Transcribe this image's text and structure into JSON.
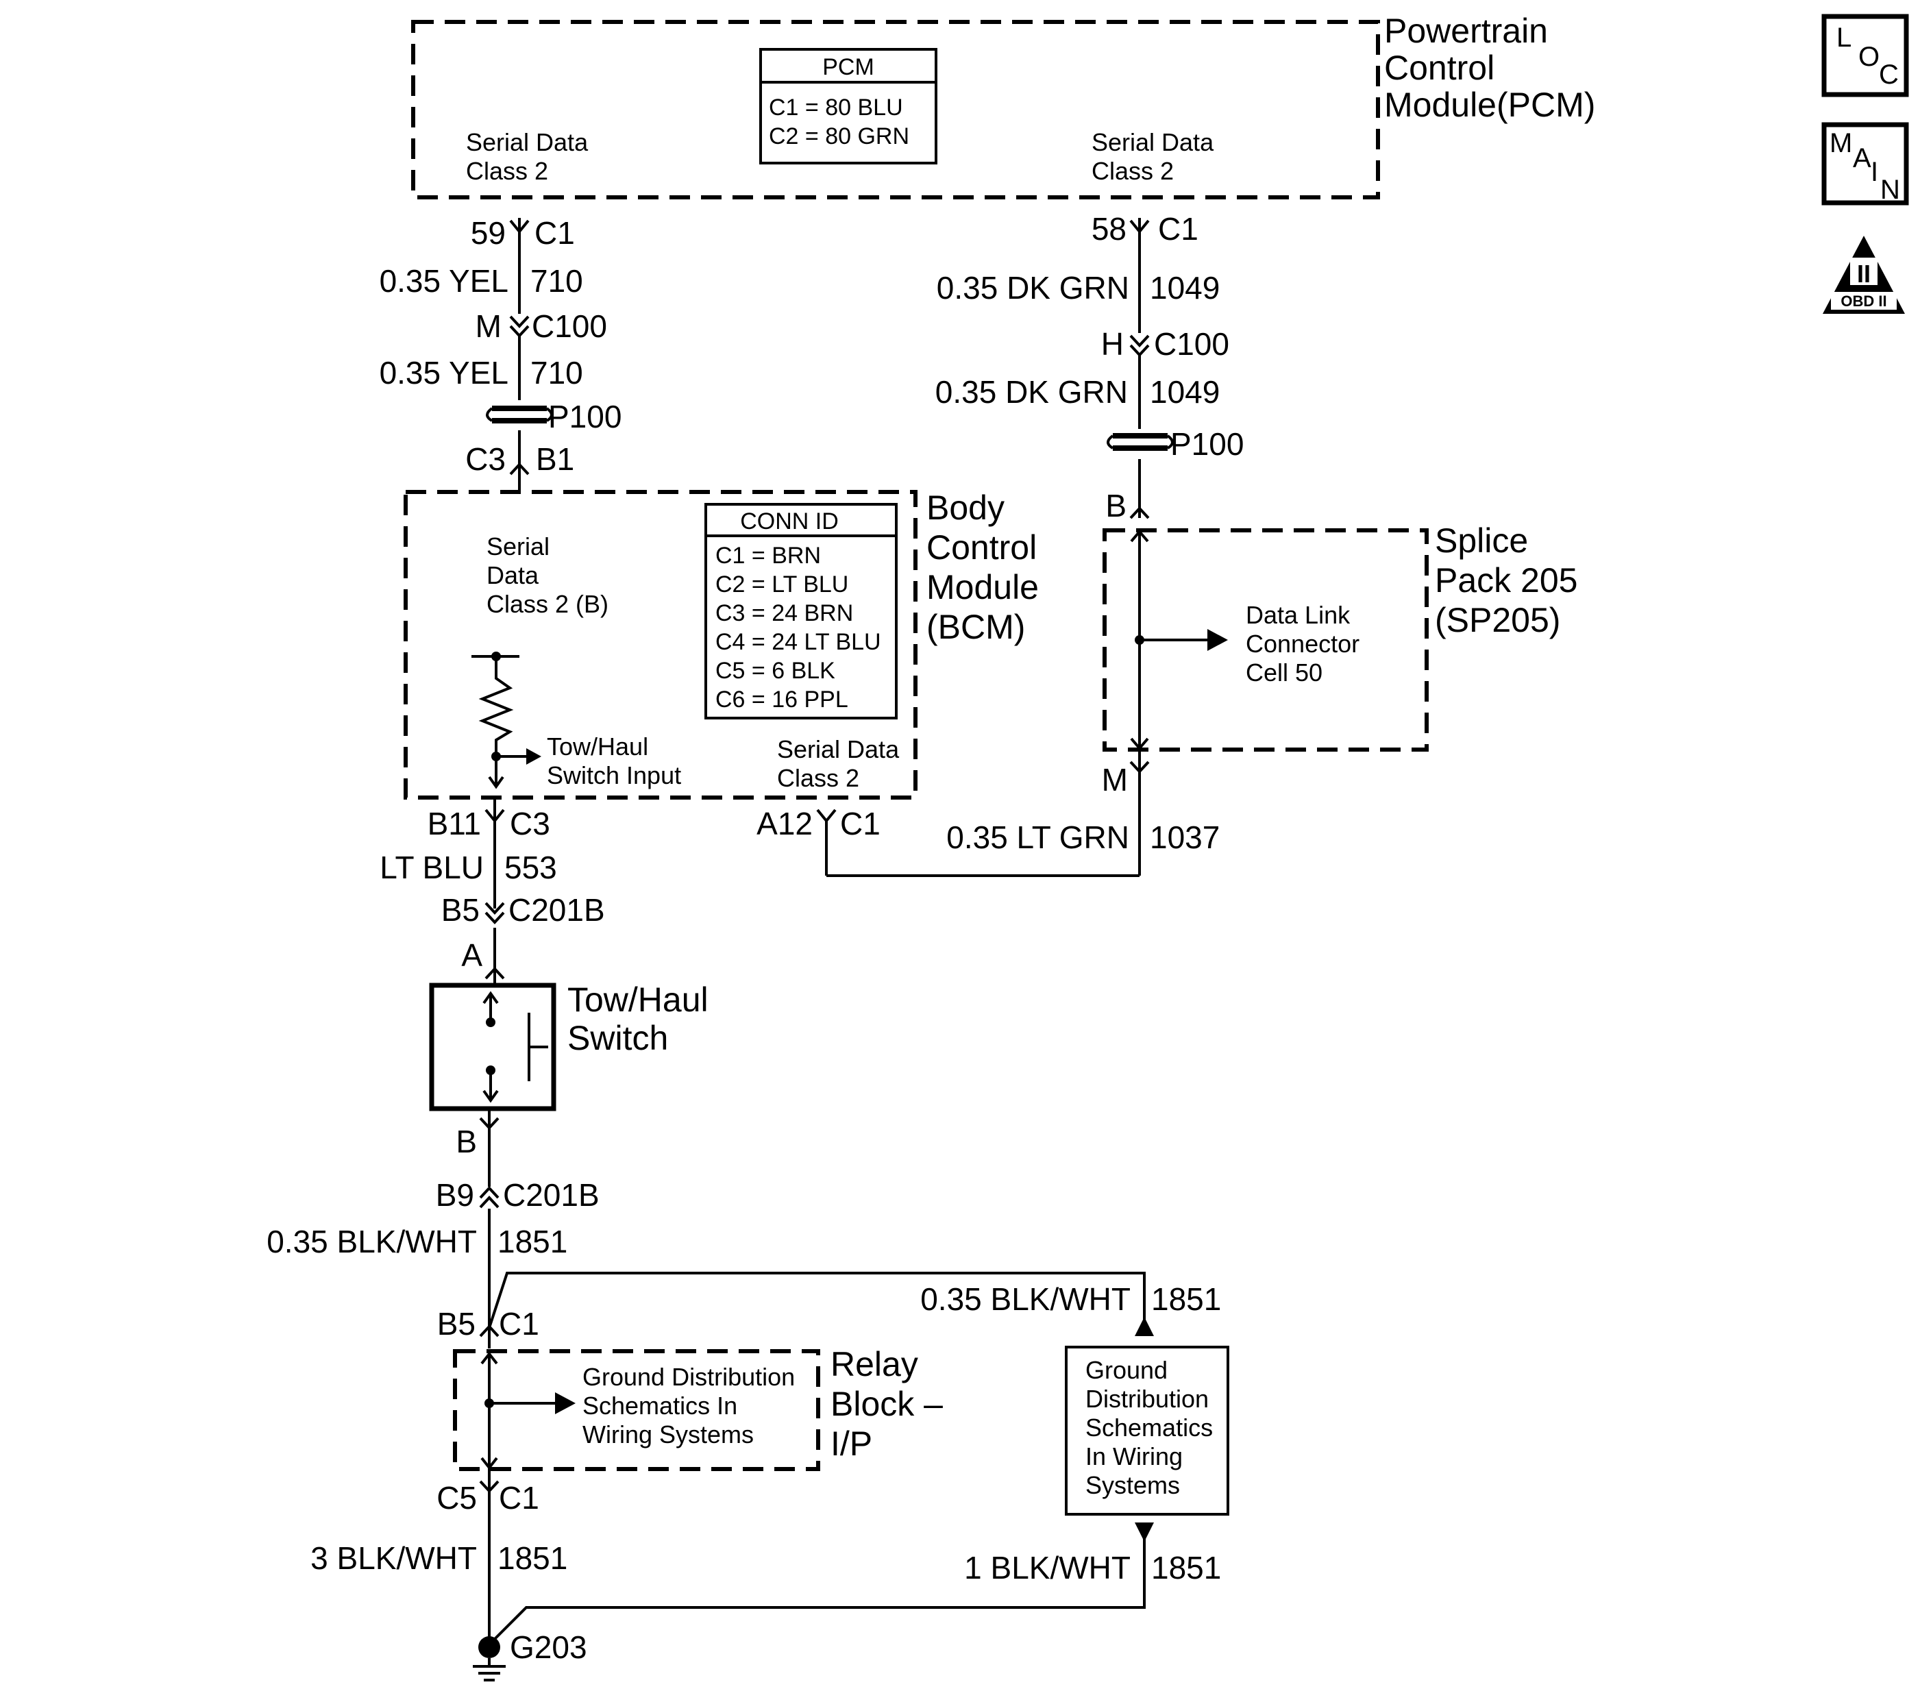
{
  "pcm": {
    "title": [
      "Powertrain",
      "Control",
      "Module(PCM)"
    ],
    "serial_left": [
      "Serial Data",
      "Class 2"
    ],
    "serial_right": [
      "Serial Data",
      "Class 2"
    ],
    "table_header": "PCM",
    "table_rows": [
      "C1 =  80 BLU",
      "C2 =  80 GRN"
    ]
  },
  "bcm": {
    "title": [
      "Body",
      "Control",
      "Module",
      "(BCM)"
    ],
    "serial_left": [
      "Serial",
      "Data",
      "Class 2 (B)"
    ],
    "tow_input": [
      "Tow/Haul",
      "Switch Input"
    ],
    "serial_right": [
      "Serial Data",
      "Class 2"
    ],
    "table_header": "CONN ID",
    "table_rows": [
      "C1 = BRN",
      "C2 = LT BLU",
      "C3 = 24 BRN",
      "C4 = 24 LT BLU",
      "C5 = 6 BLK",
      "C6 = 16 PPL"
    ]
  },
  "splice": {
    "title": [
      "Splice",
      "Pack 205",
      "(SP205)"
    ],
    "dlc": [
      "Data Link",
      "Connector",
      "Cell 50"
    ]
  },
  "relay": {
    "title": [
      "Relay",
      "Block –",
      "I/P"
    ],
    "ground_ref": [
      "Ground Distribution",
      "Schematics In",
      "Wiring Systems"
    ]
  },
  "ground_box": [
    "Ground",
    "Distribution",
    "Schematics",
    "In Wiring",
    "Systems"
  ],
  "switch": {
    "title": [
      "Tow/Haul",
      "Switch"
    ]
  },
  "ground": "G203",
  "icons": {
    "loc": [
      "L",
      "O",
      "C"
    ],
    "main": [
      "M",
      "A",
      "I",
      "N"
    ],
    "obd": [
      "II",
      "OBD II"
    ]
  },
  "left_labels": {
    "pcm_pin": "59",
    "pcm_conn": "C1",
    "wire1_gauge": "0.35 YEL",
    "wire1_circuit": "710",
    "c100_pin": "M",
    "c100_conn": "C100",
    "wire2_gauge": "0.35 YEL",
    "wire2_circuit": "710",
    "p100": "P100",
    "bcm_pin_left": "C3",
    "bcm_pin_right": "B1",
    "b11_pin": "B11",
    "b11_conn": "C3",
    "wire3_gauge": "LT BLU",
    "wire3_circuit": "553",
    "c201_pin": "B5",
    "c201_conn": "C201B",
    "sw_top": "A",
    "sw_bottom": "B",
    "c201b_pin": "B9",
    "c201b_conn": "C201B",
    "wire4_gauge": "0.35 BLK/WHT",
    "wire4_circuit": "1851",
    "relay_in_pin": "B5",
    "relay_in_conn": "C1",
    "relay_out_pin": "C5",
    "relay_out_conn": "C1",
    "wire5_gauge": "3 BLK/WHT",
    "wire5_circuit": "1851"
  },
  "right_labels": {
    "pcm_pin": "58",
    "pcm_conn": "C1",
    "wire1_gauge": "0.35 DK GRN",
    "wire1_circuit": "1049",
    "c100_pin": "H",
    "c100_conn": "C100",
    "wire2_gauge": "0.35 DK GRN",
    "wire2_circuit": "1049",
    "p100": "P100",
    "splice_in": "B",
    "splice_out": "M",
    "wire3_gauge": "0.35 LT GRN",
    "wire3_circuit": "1037",
    "bcm_pin": "A12",
    "bcm_conn": "C1",
    "gnd_top_gauge": "0.35 BLK/WHT",
    "gnd_top_circuit": "1851",
    "gnd_bot_gauge": "1 BLK/WHT",
    "gnd_bot_circuit": "1851"
  }
}
